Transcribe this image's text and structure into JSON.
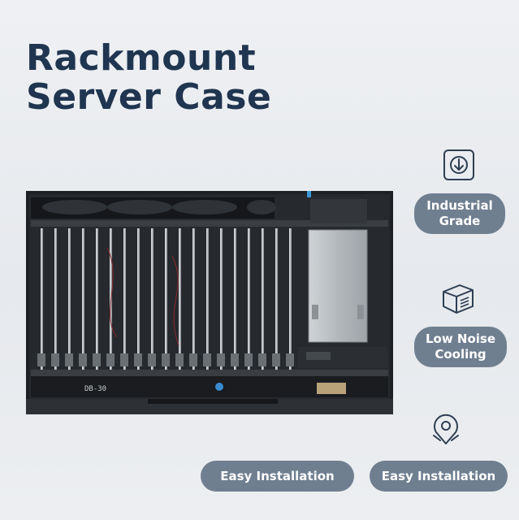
{
  "title": {
    "line1": "Rackmount",
    "line2": "Server Case"
  },
  "device": {
    "label_text": "DB-30"
  },
  "features": [
    {
      "icon": "down-arrow-circle-icon",
      "line1": "Industrial",
      "line2": "Grade"
    },
    {
      "icon": "cube-box-icon",
      "line1": "Low Noise",
      "line2": "Cooling"
    },
    {
      "icon": "map-pin-check-icon",
      "line1": "Easy Installation",
      "line2": ""
    }
  ],
  "bottom_pill": {
    "label": "Easy Installation"
  },
  "colors": {
    "title": "#1f3550",
    "pill": "#6f7f90",
    "chassis": "#1e2124",
    "psu": "#b9bdc1"
  }
}
